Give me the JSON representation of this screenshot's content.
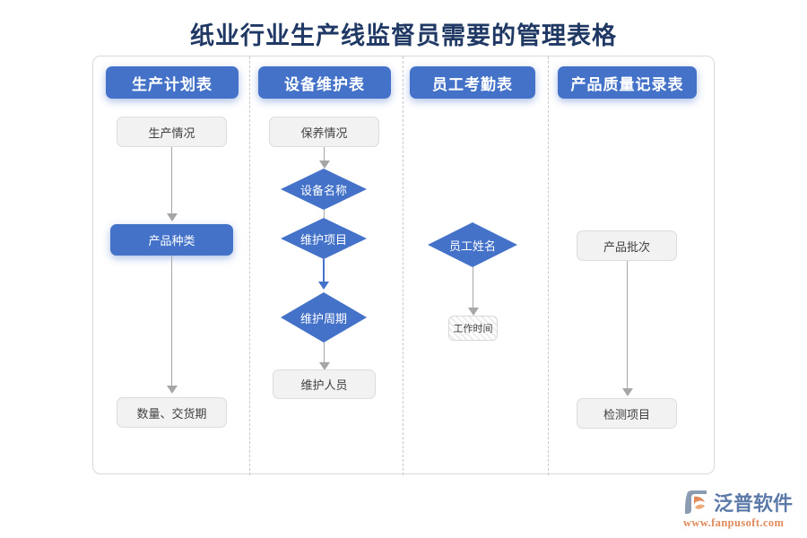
{
  "title": "纸业行业生产线监督员需要的管理表格",
  "colors": {
    "title": "#1f3864",
    "accent_blue": "#4472c8",
    "node_gray": "#f2f2f2",
    "connector": "#a6a6a6",
    "border": "#d9d9d9",
    "logo_text": "#5b7aa8",
    "logo_url": "#e08a5a"
  },
  "columns": [
    {
      "header": "生产计划表",
      "nodes": [
        {
          "label": "生产情况",
          "shape": "rounded-rect",
          "style": "gray"
        },
        {
          "label": "产品种类",
          "shape": "rounded-rect",
          "style": "blue"
        },
        {
          "label": "数量、交货期",
          "shape": "rounded-rect",
          "style": "gray"
        }
      ]
    },
    {
      "header": "设备维护表",
      "nodes": [
        {
          "label": "保养情况",
          "shape": "rounded-rect",
          "style": "gray"
        },
        {
          "label": "设备名称",
          "shape": "diamond",
          "style": "blue"
        },
        {
          "label": "维护项目",
          "shape": "diamond",
          "style": "blue"
        },
        {
          "label": "维护周期",
          "shape": "diamond",
          "style": "blue"
        },
        {
          "label": "维护人员",
          "shape": "rounded-rect",
          "style": "gray"
        }
      ]
    },
    {
      "header": "员工考勤表",
      "nodes": [
        {
          "label": "员工姓名",
          "shape": "diamond",
          "style": "blue"
        },
        {
          "label": "工作时间",
          "shape": "rounded-rect",
          "style": "hatched"
        }
      ]
    },
    {
      "header": "产品质量记录表",
      "nodes": [
        {
          "label": "产品批次",
          "shape": "rounded-rect",
          "style": "gray"
        },
        {
          "label": "检测项目",
          "shape": "rounded-rect",
          "style": "gray"
        }
      ]
    }
  ],
  "logo": {
    "name": "泛普软件",
    "url": "www.fanpusoft.com"
  }
}
